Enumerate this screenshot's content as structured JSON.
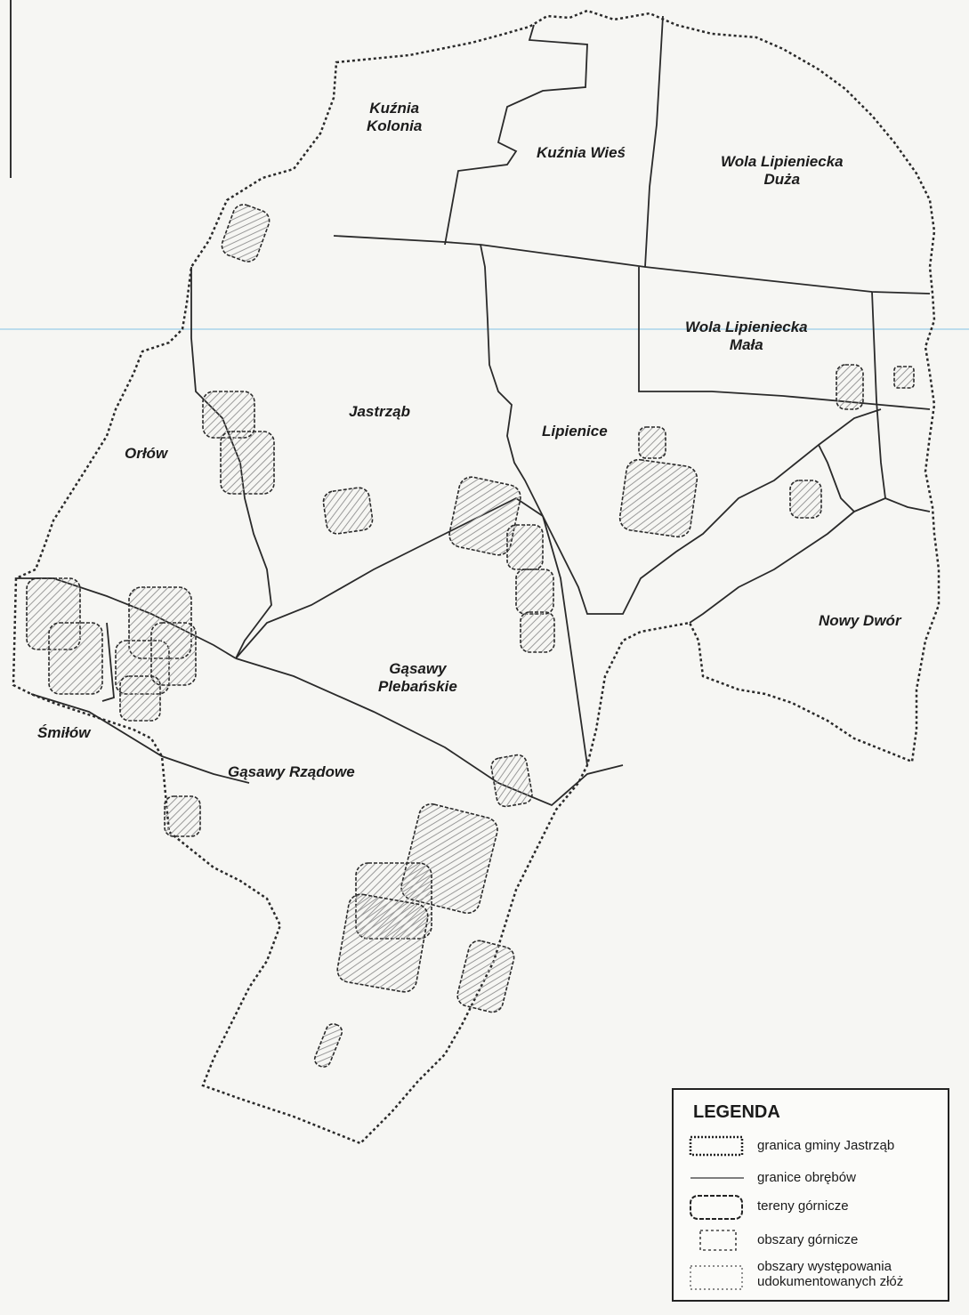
{
  "regions": {
    "kuznia_kolonia": "Kuźnia\nKolonia",
    "kuznia_wies": "Kuźnia Wieś",
    "wola_duza": "Wola Lipieniecka\nDuża",
    "wola_mala": "Wola Lipieniecka\nMała",
    "jastrzab": "Jastrząb",
    "lipienice": "Lipienice",
    "orlow": "Orłów",
    "nowy_dwor": "Nowy Dwór",
    "gasawy_plebanskie": "Gąsawy\nPlebańskie",
    "smilow": "Śmiłów",
    "gasawy_rzadowe": "Gąsawy Rządowe"
  },
  "legend": {
    "title": "LEGENDA",
    "items": [
      {
        "label": "granica gminy Jastrząb",
        "symbol": "dotted-border-icon"
      },
      {
        "label": "granice obrębów",
        "symbol": "thin-line-icon"
      },
      {
        "label": "tereny górnicze",
        "symbol": "rounded-dashed-rect-icon"
      },
      {
        "label": "obszary górnicze",
        "symbol": "irregular-dashed-rect-icon"
      },
      {
        "label": "obszary występowania\nudokumentowanych złóż",
        "symbol": "dotted-rect-icon"
      }
    ]
  },
  "colors": {
    "line": "#2a2a2a",
    "background": "#f6f6f3",
    "hatch": "#9a9a9a",
    "scan_line": "#a8d4ea"
  }
}
